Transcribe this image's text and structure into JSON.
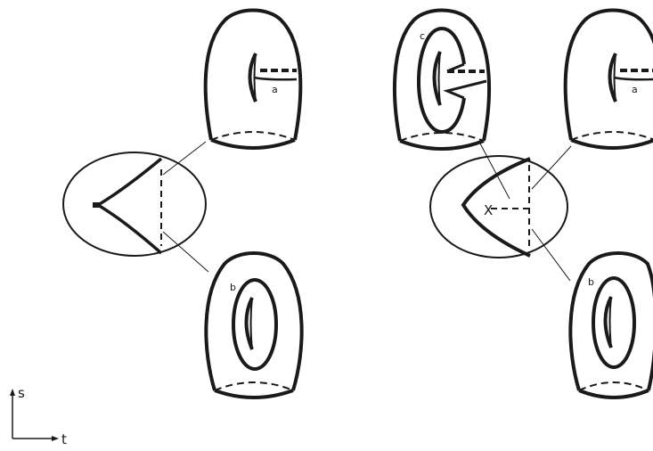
{
  "labels": {
    "top_left_surface": "a",
    "bottom_left_surface": "b",
    "top_middle_surface": "c",
    "top_right_surface": "a",
    "bottom_right_surface": "b",
    "center_mark": "X"
  },
  "axes": {
    "vertical": "s",
    "horizontal": "t"
  }
}
